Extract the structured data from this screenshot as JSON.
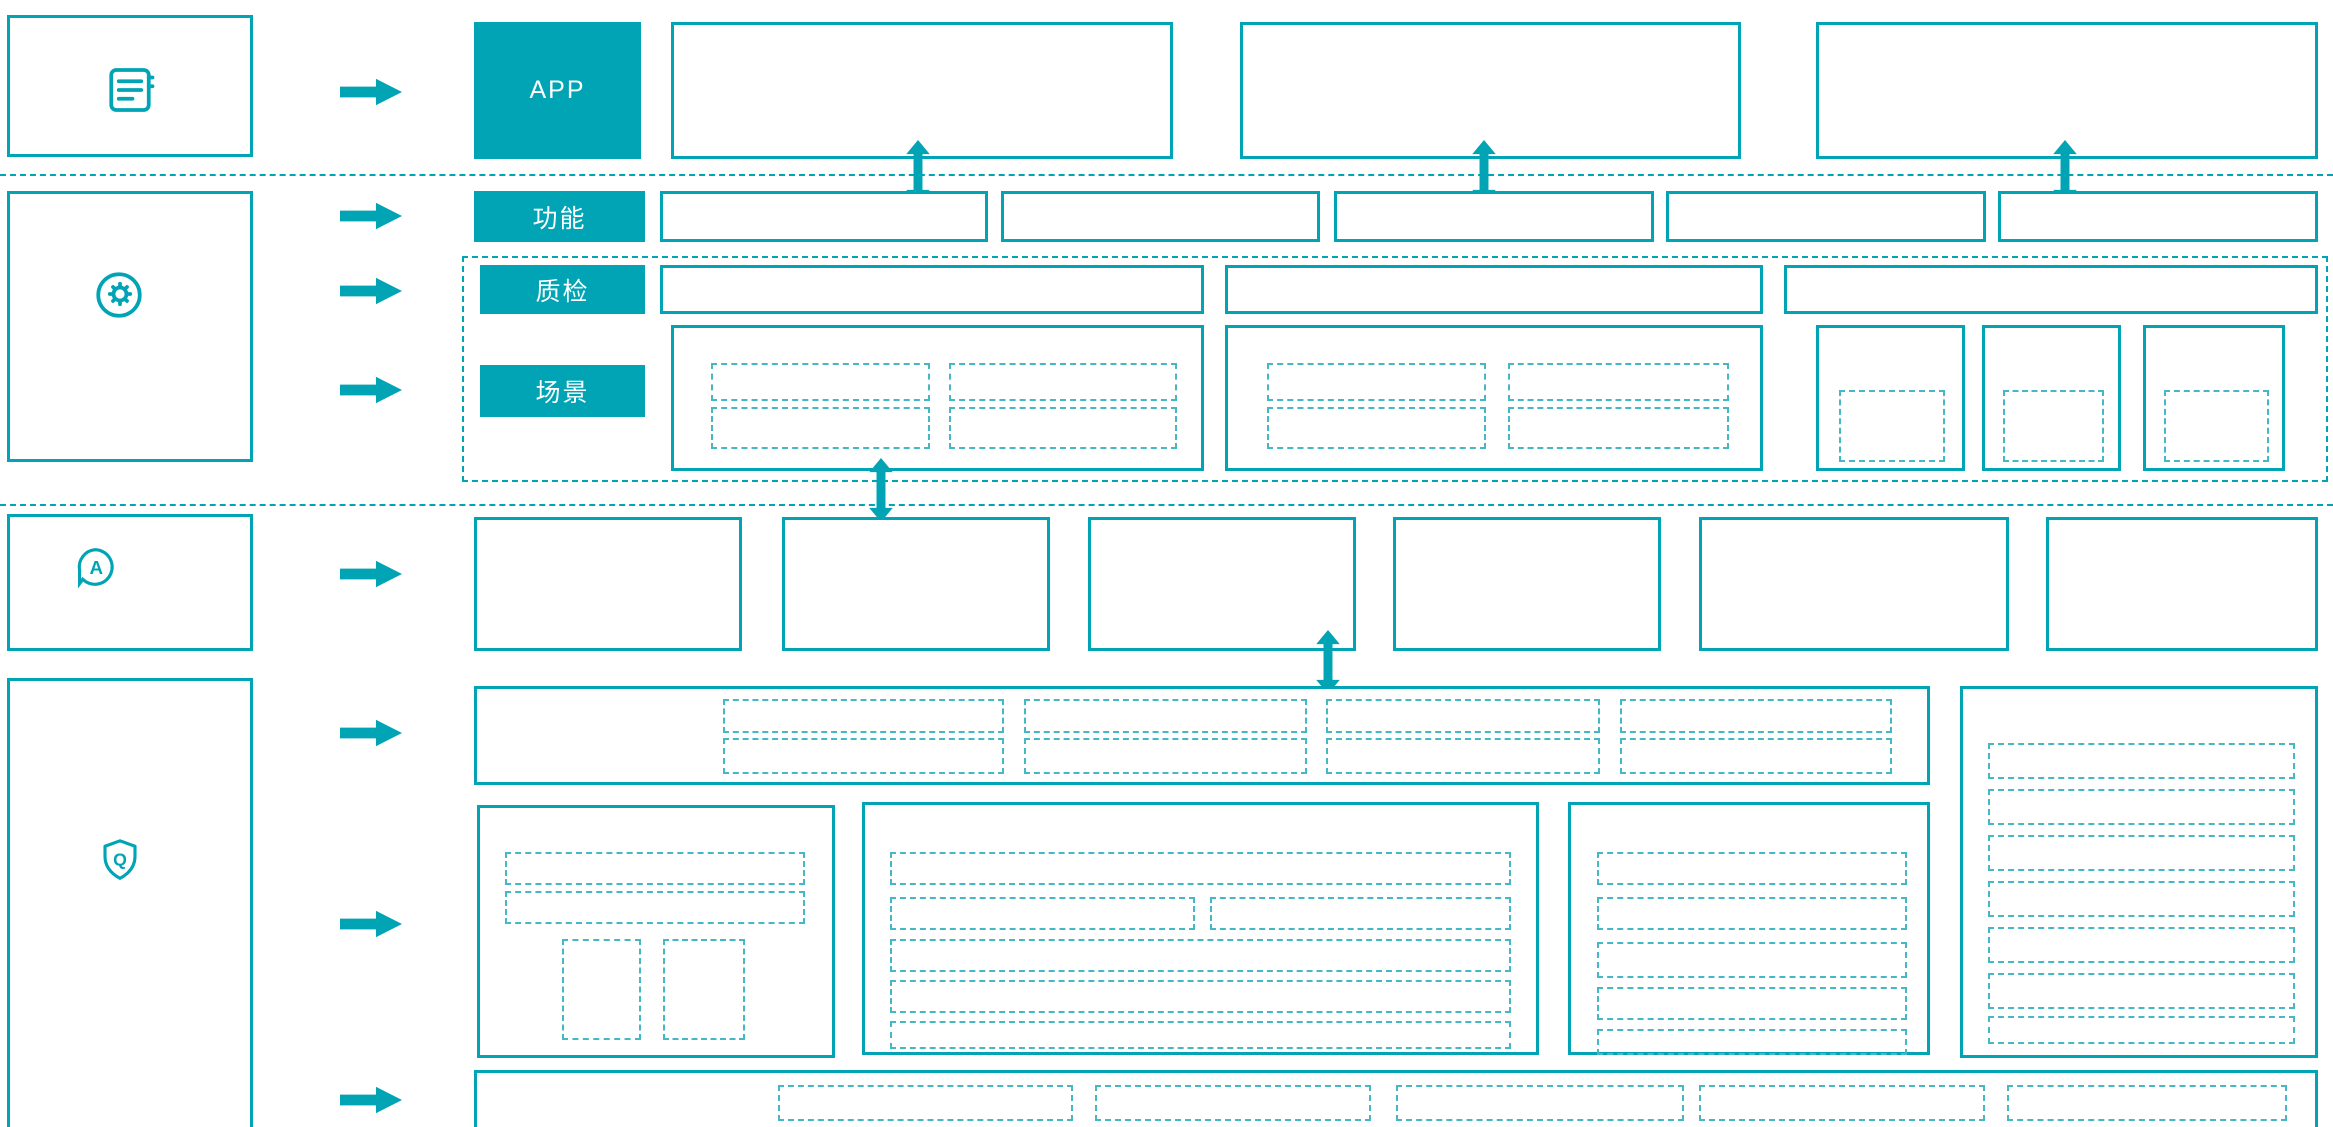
{
  "colors": {
    "teal": "#00a4b4",
    "teal_dashed": "#45b8c5",
    "background": "#ffffff"
  },
  "labels": {
    "app": "APP",
    "function": "功能",
    "inspection": "质检",
    "scene": "场景"
  },
  "left_icons": [
    {
      "name": "database-icon"
    },
    {
      "name": "service-agent-icon"
    },
    {
      "name": "ai-assistant-icon"
    },
    {
      "name": "quality-shield-icon"
    }
  ]
}
